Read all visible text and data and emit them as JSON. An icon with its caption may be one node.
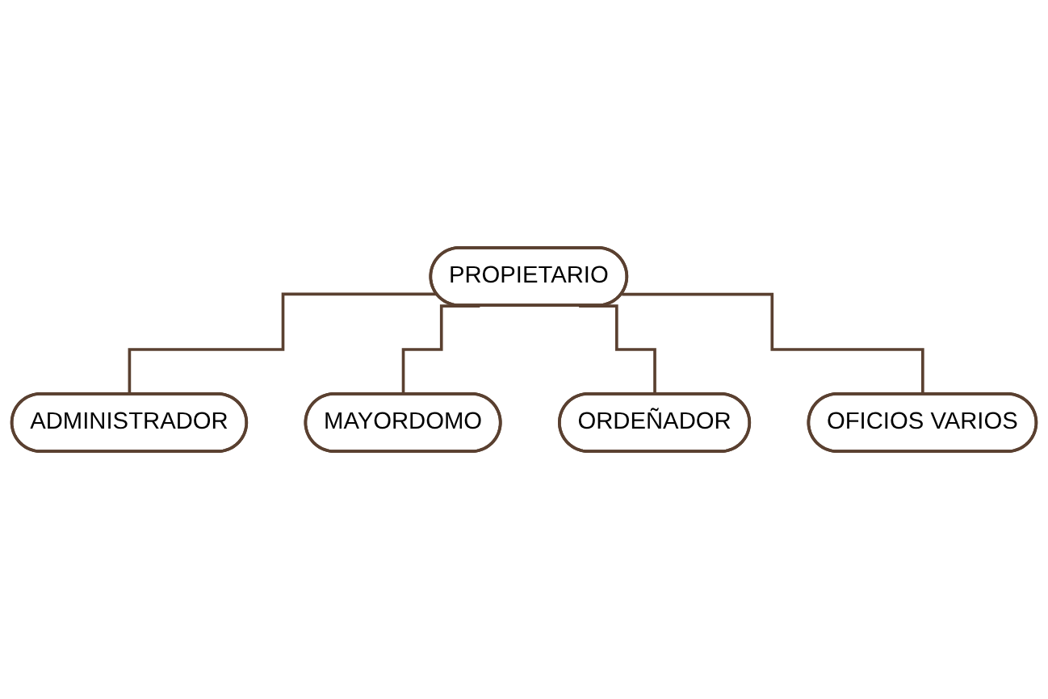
{
  "diagram": {
    "nodes": [
      {
        "text": [
          "PROPIETARIO"
        ]
      },
      {
        "text": [
          "ADMINISTRADOR"
        ]
      },
      {
        "text": [
          "MAYORDOMO"
        ]
      },
      {
        "text": [
          "ORDEÑADOR"
        ]
      },
      {
        "text": [
          "OFICIOS VARIOS"
        ]
      }
    ],
    "edges": [
      {
        "from": 0,
        "to": 1,
        "arrow": "none"
      },
      {
        "from": 0,
        "to": 2,
        "arrow": "none"
      },
      {
        "from": 0,
        "to": 3,
        "arrow": "none"
      },
      {
        "from": 0,
        "to": 4,
        "arrow": "none"
      }
    ]
  }
}
